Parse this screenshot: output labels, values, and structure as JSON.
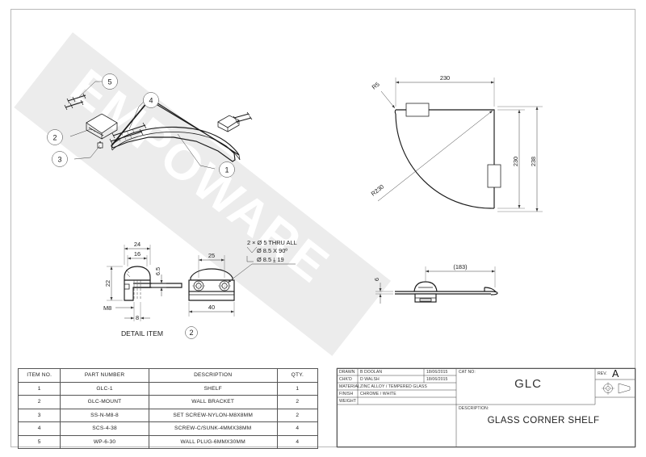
{
  "sheet": {
    "watermark": "EMPOWARE"
  },
  "iso_view": {
    "balloons": [
      "5",
      "4",
      "2",
      "3",
      "1"
    ]
  },
  "plan_view": {
    "dim_width": "230",
    "dim_fillet": "R5",
    "dim_radius": "R230",
    "dim_height_inner": "230",
    "dim_height_outer": "238"
  },
  "detail_section": {
    "label": "DETAIL ITEM",
    "item": "2",
    "dim_24": "24",
    "dim_16": "16",
    "dim_65": "6.5",
    "dim_22": "22",
    "thread": "M8",
    "dim_8": "8"
  },
  "front_bracket": {
    "dim_25": "25",
    "dim_40": "40",
    "callout_line1": "2 × Ø 5 THRU ALL",
    "callout_line2": "Ø 8.5 X 90º",
    "callout_line3": "Ø 8.5 ⤓ 19"
  },
  "elevation_view": {
    "dim_183": "(183)",
    "dim_thickness": "6"
  },
  "bom": {
    "headers": [
      "ITEM NO.",
      "PART NUMBER",
      "DESCRIPTION",
      "QTY."
    ],
    "rows": [
      {
        "item": "1",
        "part": "GLC-1",
        "desc": "SHELF",
        "qty": "1"
      },
      {
        "item": "2",
        "part": "GLC-MOUNT",
        "desc": "WALL BRACKET",
        "qty": "2"
      },
      {
        "item": "3",
        "part": "SS-N-M8-8",
        "desc": "SET SCREW-NYLON-M8X8MM",
        "qty": "2"
      },
      {
        "item": "4",
        "part": "SCS-4-38",
        "desc": "SCREW-C/SUNK-4MMX38MM",
        "qty": "4"
      },
      {
        "item": "5",
        "part": "WP-6-30",
        "desc": "WALL PLUG-6MMX30MM",
        "qty": "4"
      }
    ]
  },
  "title_block": {
    "drawn_label": "DRAWN",
    "drawn_name": "B DOOLAN",
    "drawn_date": "18/06/2015",
    "checked_label": "CHK'D",
    "checked_name": "D WALSH",
    "checked_date": "18/06/2015",
    "material_label": "MATERIAL",
    "material_value": "ZINC ALLOY / TEMPERED GLASS",
    "finish_label": "FINISH",
    "finish_value": "CHROME / WHITE",
    "weight_label": "WEIGHT",
    "weight_value": "",
    "cat_no_label": "CAT NO:",
    "cat_no_value": "GLC",
    "description_label": "DESCRIPTION:",
    "description_value": "GLASS CORNER SHELF",
    "rev_label": "REV.",
    "rev_value": "A"
  }
}
